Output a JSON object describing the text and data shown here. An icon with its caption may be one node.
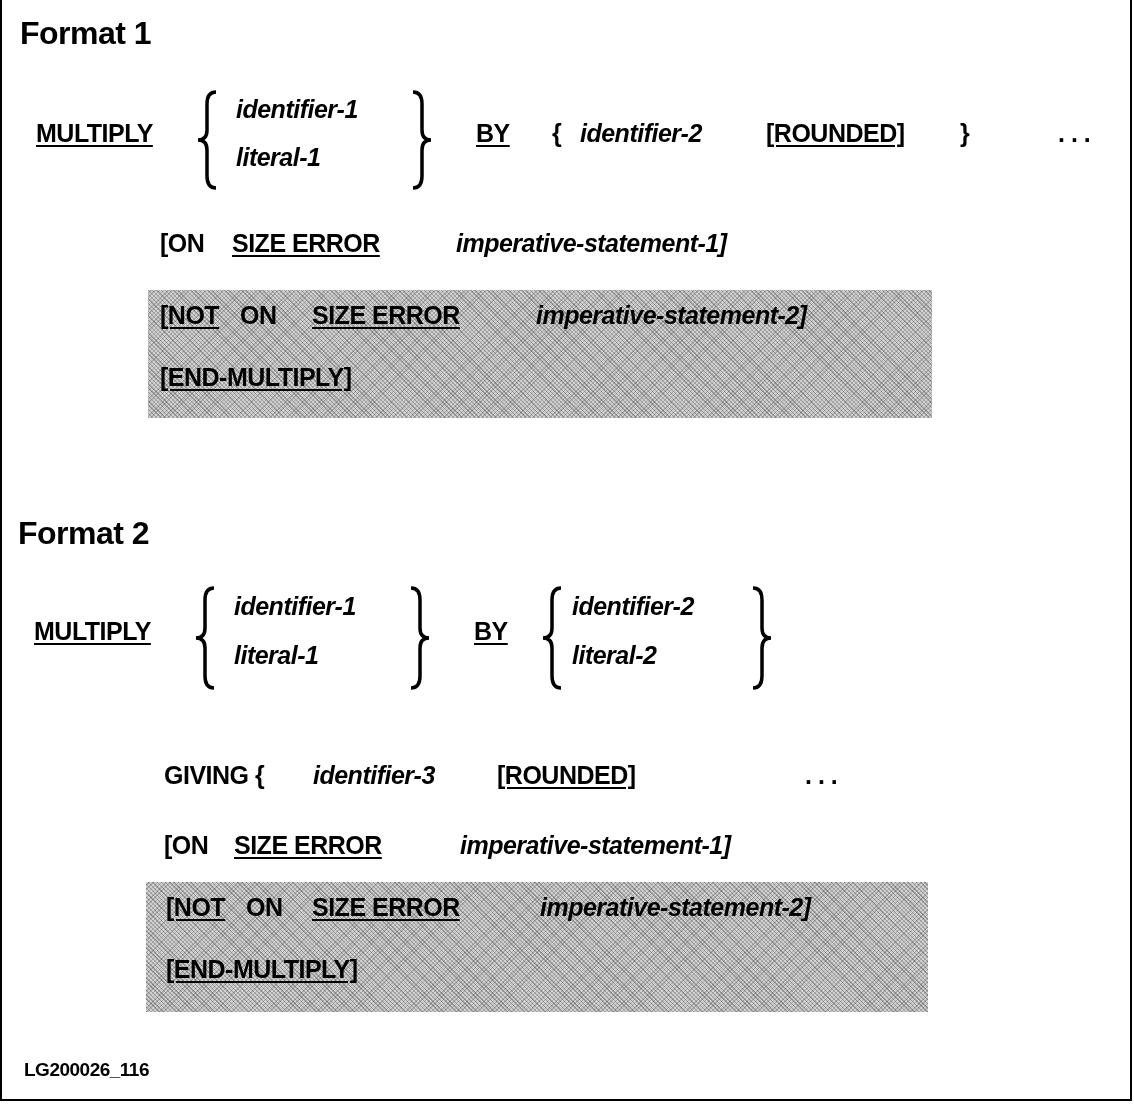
{
  "diagram": {
    "nodes": [
      {
        "text": [
          "[NOT",
          "ON",
          "SIZE ERROR",
          "imperative-statement-2]",
          "[END-MULTIPLY]"
        ]
      },
      {
        "text": [
          "[NOT",
          "ON",
          "SIZE ERROR",
          "imperative-statement-2]",
          "[END-MULTIPLY]"
        ]
      }
    ],
    "labels": [
      "Format 1",
      "MULTIPLY",
      "identifier-1",
      "literal-1",
      "BY",
      "{",
      "identifier-2",
      "[ROUNDED]",
      "}",
      ". . .",
      "[ON",
      "SIZE ERROR",
      "imperative-statement-1]",
      "Format 2",
      "MULTIPLY",
      "identifier-1",
      "literal-1",
      "BY",
      "identifier-2",
      "literal-2",
      "GIVING {",
      "identifier-3",
      "[ROUNDED]",
      ". . .",
      "[ON",
      "SIZE ERROR",
      "imperative-statement-1]",
      "LG200026_116"
    ]
  }
}
